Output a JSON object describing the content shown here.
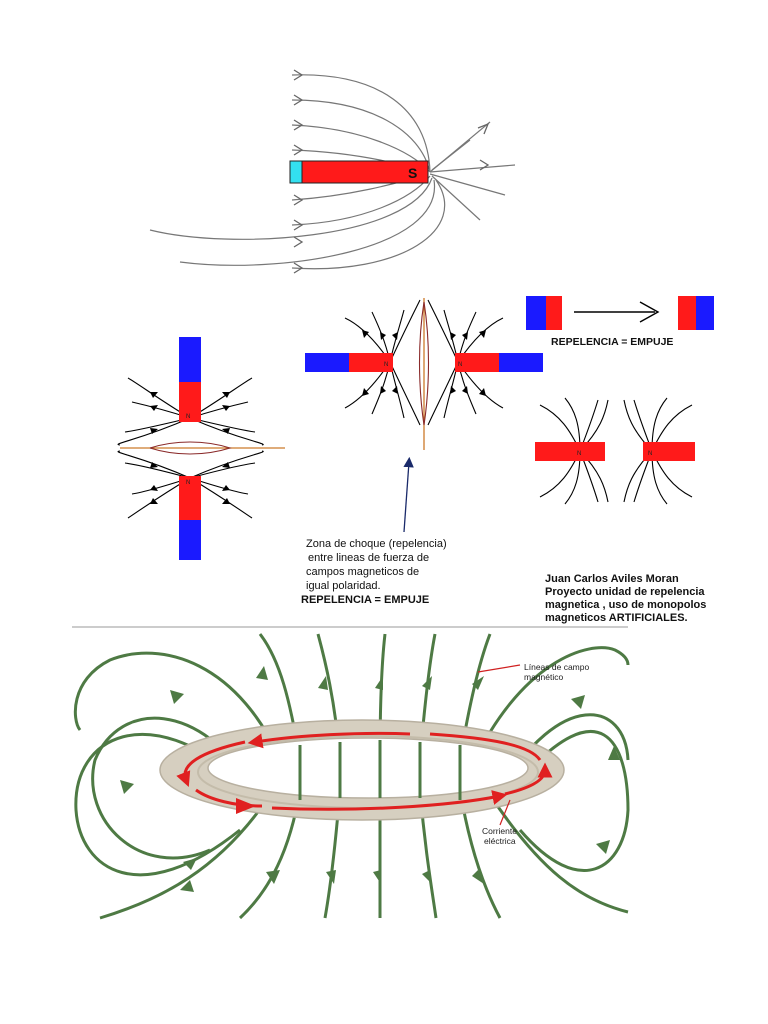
{
  "panel_bar": {
    "pole_label": "S"
  },
  "panel_repulsion": {
    "pole_label": "N",
    "caption_right": "REPELENCIA = EMPUJE",
    "zone_line1": "Zona de choque (repelencia)",
    "zone_line2": "entre lineas de fuerza   de",
    "zone_line3": "campos magneticos   de",
    "zone_line4": "igual polaridad.",
    "zone_line5": "REPELENCIA = EMPUJE",
    "credit_line1": "Juan Carlos Aviles Moran",
    "credit_line2": "Proyecto unidad de repelencia",
    "credit_line3": "magnetica , uso de monopolos",
    "credit_line4": "magneticos  ARTIFICIALES."
  },
  "panel_loop": {
    "field_label_line1": "Líneas de campo",
    "field_label_line2": "magnético",
    "current_label_line1": "Corriente",
    "current_label_line2": "eléctrica"
  },
  "colors": {
    "magnet_red": "#ff1a1a",
    "magnet_blue": "#1a1aff",
    "magnet_cyan": "#33e0f0",
    "field_green": "#4e7a44",
    "ring_beige": "#d6cfc0",
    "divider_orange": "#cc7a2a"
  }
}
